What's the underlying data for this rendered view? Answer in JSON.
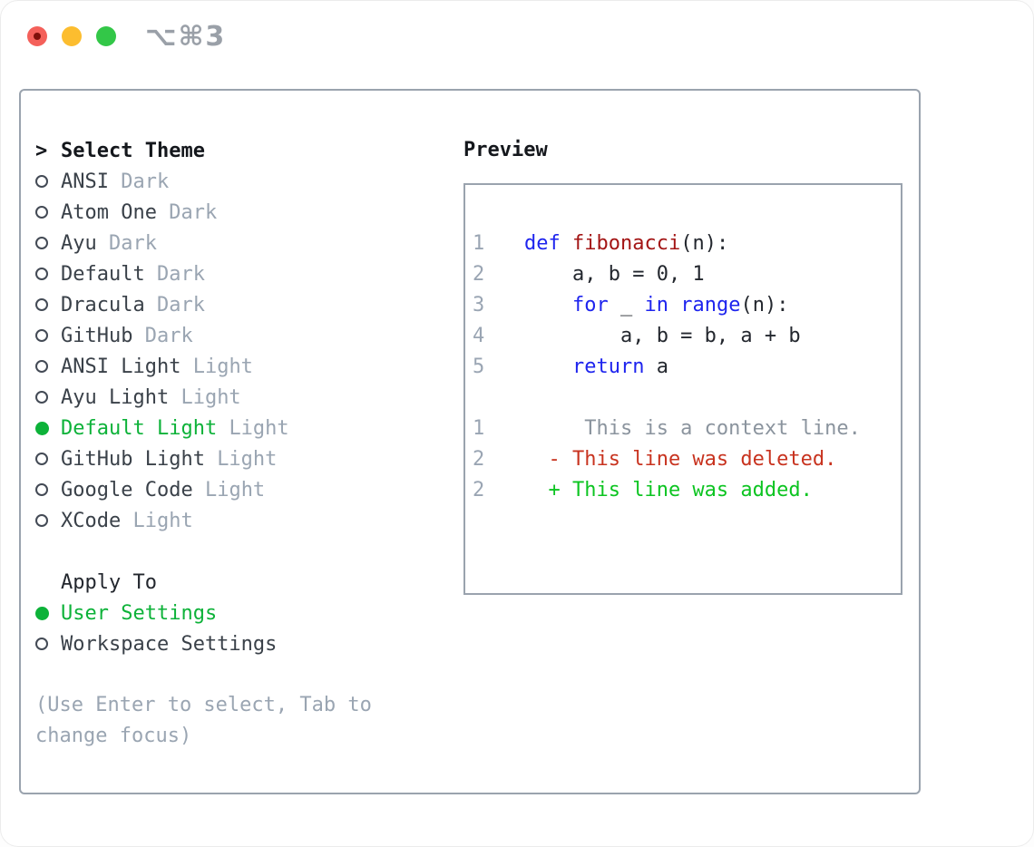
{
  "window": {
    "title": "⌥⌘3",
    "traffic_lights": [
      "close",
      "minimize",
      "zoom"
    ]
  },
  "colors": {
    "panel_border": "#9aa3ae",
    "text_dark": "#3a4149",
    "text_muted": "#9aa5b2",
    "accent_green": "#0db239",
    "keyword_blue": "#1e24ee",
    "function_red": "#a31515",
    "diff_deleted_red": "#c8331f",
    "diff_added_green": "#0cc421",
    "traffic_red": "#f4605a",
    "traffic_yellow": "#fcbd2f",
    "traffic_green": "#33c748"
  },
  "left": {
    "header_prefix": ">",
    "header": "Select Theme",
    "themes": [
      {
        "name": "ANSI",
        "variant": "Dark",
        "selected": false
      },
      {
        "name": "Atom One",
        "variant": "Dark",
        "selected": false
      },
      {
        "name": "Ayu",
        "variant": "Dark",
        "selected": false
      },
      {
        "name": "Default",
        "variant": "Dark",
        "selected": false
      },
      {
        "name": "Dracula",
        "variant": "Dark",
        "selected": false
      },
      {
        "name": "GitHub",
        "variant": "Dark",
        "selected": false
      },
      {
        "name": "ANSI Light",
        "variant": "Light",
        "selected": false
      },
      {
        "name": "Ayu Light",
        "variant": "Light",
        "selected": false
      },
      {
        "name": "Default Light",
        "variant": "Light",
        "selected": true
      },
      {
        "name": "GitHub Light",
        "variant": "Light",
        "selected": false
      },
      {
        "name": "Google Code",
        "variant": "Light",
        "selected": false
      },
      {
        "name": "XCode",
        "variant": "Light",
        "selected": false
      }
    ],
    "apply_to_label": "Apply To",
    "apply_options": [
      {
        "label": "User Settings",
        "selected": true
      },
      {
        "label": "Workspace Settings",
        "selected": false
      }
    ],
    "hint": "(Use Enter to select, Tab to change focus)"
  },
  "preview": {
    "label": "Preview",
    "lines": [
      {
        "num": "1",
        "tokens": [
          {
            "text": "def",
            "style": "kw"
          },
          {
            "text": " ",
            "style": "pl"
          },
          {
            "text": "fibonacci",
            "style": "fn"
          },
          {
            "text": "(n):",
            "style": "pl"
          }
        ]
      },
      {
        "num": "2",
        "tokens": [
          {
            "text": "    a, b = 0, 1",
            "style": "pl"
          }
        ]
      },
      {
        "num": "3",
        "tokens": [
          {
            "text": "    ",
            "style": "pl"
          },
          {
            "text": "for",
            "style": "kw"
          },
          {
            "text": " _ ",
            "style": "pl"
          },
          {
            "text": "in",
            "style": "kw"
          },
          {
            "text": " ",
            "style": "pl"
          },
          {
            "text": "range",
            "style": "kw"
          },
          {
            "text": "(n):",
            "style": "pl"
          }
        ]
      },
      {
        "num": "4",
        "tokens": [
          {
            "text": "        a, b = b, a + b",
            "style": "pl"
          }
        ]
      },
      {
        "num": "5",
        "tokens": [
          {
            "text": "    ",
            "style": "pl"
          },
          {
            "text": "return",
            "style": "kw"
          },
          {
            "text": " a",
            "style": "pl"
          }
        ]
      },
      {
        "num": "",
        "tokens": []
      },
      {
        "num": "1",
        "tokens": [
          {
            "text": "     This is a context line.",
            "style": "ctx"
          }
        ]
      },
      {
        "num": "2",
        "tokens": [
          {
            "text": "  - This line was deleted.",
            "style": "del"
          }
        ]
      },
      {
        "num": "2",
        "tokens": [
          {
            "text": "  + This line was added.",
            "style": "add"
          }
        ]
      }
    ]
  }
}
